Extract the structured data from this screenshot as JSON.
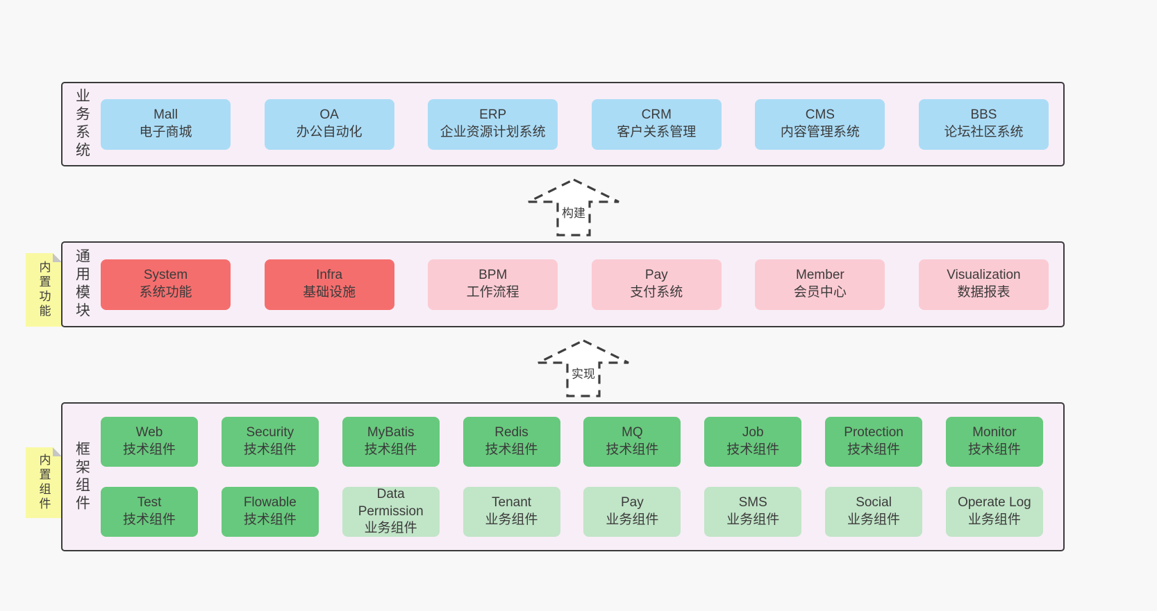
{
  "colors": {
    "page_bg": "#f8f8f8",
    "band_bg": "#f8eef7",
    "band_border": "#3a3a3a",
    "blue_box": "#abdcf6",
    "red_box": "#f56e6e",
    "pink_box": "#fbcbd3",
    "green_box": "#67c97d",
    "green_light_box": "#c1e5c7",
    "note_yellow": "#f9f9a2",
    "note_fold_gray": "#c6c6c6",
    "text": "#3b3b3b"
  },
  "arrows": [
    {
      "label": "构建"
    },
    {
      "label": "实现"
    }
  ],
  "bands": [
    {
      "vertical_label": "业务系统",
      "boxes": [
        {
          "title": "Mall",
          "subtitle": "电子商城"
        },
        {
          "title": "OA",
          "subtitle": "办公自动化"
        },
        {
          "title": "ERP",
          "subtitle": "企业资源计划系统"
        },
        {
          "title": "CRM",
          "subtitle": "客户关系管理"
        },
        {
          "title": "CMS",
          "subtitle": "内容管理系统"
        },
        {
          "title": "BBS",
          "subtitle": "论坛社区系统"
        }
      ]
    },
    {
      "vertical_label": "通用模块",
      "note": "内置功能",
      "boxes": [
        {
          "title": "System",
          "subtitle": "系统功能"
        },
        {
          "title": "Infra",
          "subtitle": "基础设施"
        },
        {
          "title": "BPM",
          "subtitle": "工作流程"
        },
        {
          "title": "Pay",
          "subtitle": "支付系统"
        },
        {
          "title": "Member",
          "subtitle": "会员中心"
        },
        {
          "title": "Visualization",
          "subtitle": "数据报表"
        }
      ]
    },
    {
      "vertical_label": "框架组件",
      "note": "内置组件",
      "rows": [
        [
          {
            "title": "Web",
            "subtitle": "技术组件"
          },
          {
            "title": "Security",
            "subtitle": "技术组件"
          },
          {
            "title": "MyBatis",
            "subtitle": "技术组件"
          },
          {
            "title": "Redis",
            "subtitle": "技术组件"
          },
          {
            "title": "MQ",
            "subtitle": "技术组件"
          },
          {
            "title": "Job",
            "subtitle": "技术组件"
          },
          {
            "title": "Protection",
            "subtitle": "技术组件"
          },
          {
            "title": "Monitor",
            "subtitle": "技术组件"
          }
        ],
        [
          {
            "title": "Test",
            "subtitle": "技术组件"
          },
          {
            "title": "Flowable",
            "subtitle": "技术组件"
          },
          {
            "title": "Data Permission",
            "subtitle": "业务组件"
          },
          {
            "title": "Tenant",
            "subtitle": "业务组件"
          },
          {
            "title": "Pay",
            "subtitle": "业务组件"
          },
          {
            "title": "SMS",
            "subtitle": "业务组件"
          },
          {
            "title": "Social",
            "subtitle": "业务组件"
          },
          {
            "title": "Operate Log",
            "subtitle": "业务组件"
          }
        ]
      ]
    }
  ]
}
